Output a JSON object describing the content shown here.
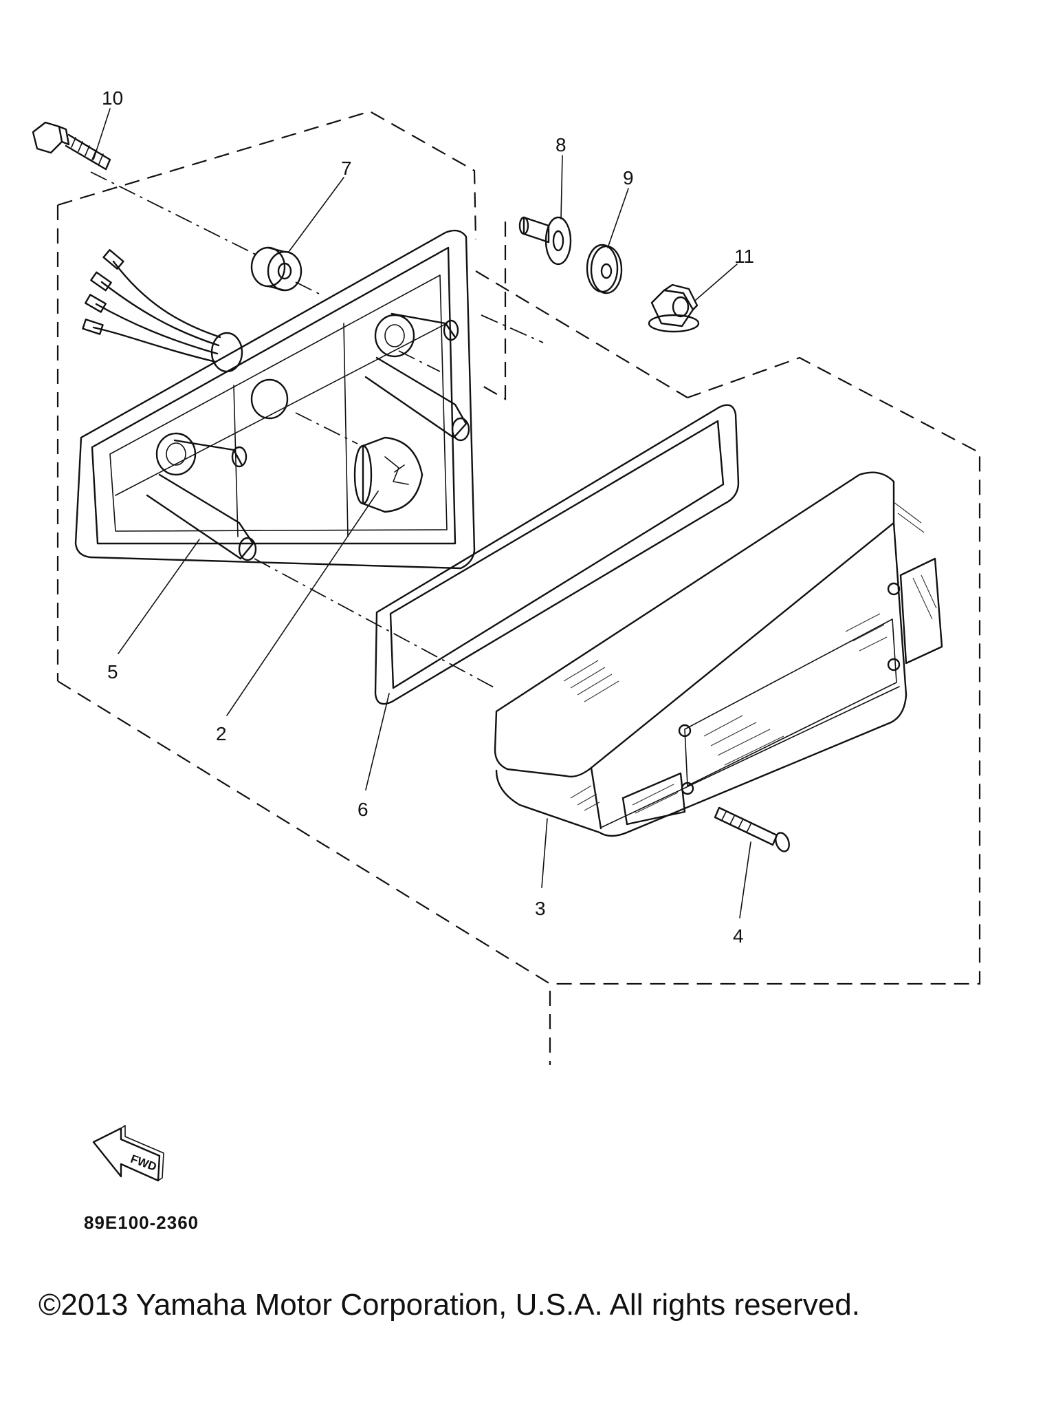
{
  "callouts": {
    "c1": "10",
    "c2": "8",
    "c3": "9",
    "c4": "7",
    "c5": "11",
    "c6": "5",
    "c7": "2",
    "c8": "6",
    "c9": "3",
    "c10": "4"
  },
  "forward_marker": "FWD",
  "figure_code": "89E100-2360",
  "copyright": "©2013 Yamaha Motor Corporation, U.S.A. All rights reserved."
}
